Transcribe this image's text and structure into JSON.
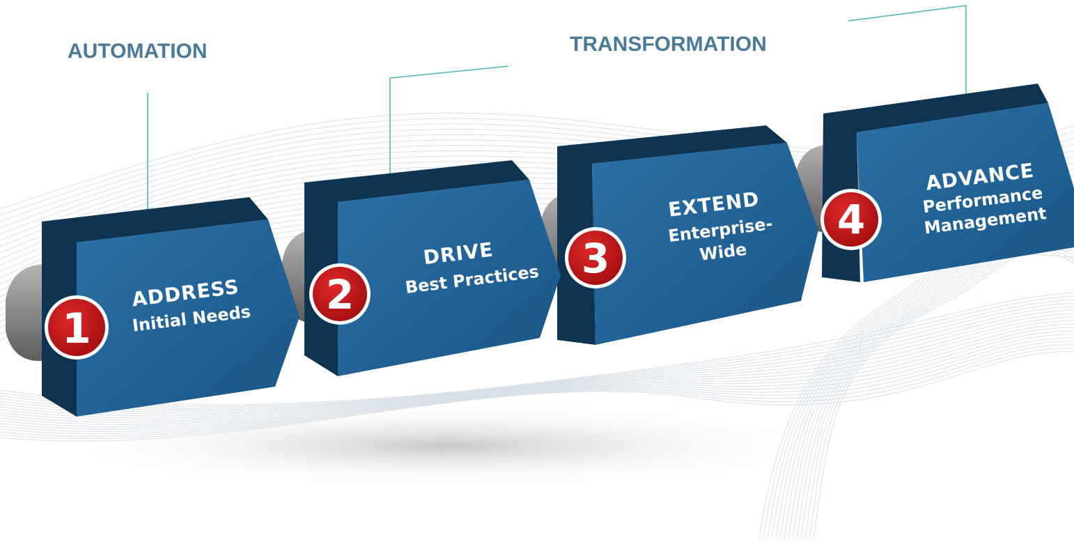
{
  "labels": {
    "automation": "AUTOMATION",
    "transformation": "TRANSFORMATION"
  },
  "steps": [
    {
      "number": "1",
      "title": "ADDRESS",
      "lines": [
        "Initial Needs"
      ]
    },
    {
      "number": "2",
      "title": "DRIVE",
      "lines": [
        "Best Practices"
      ]
    },
    {
      "number": "3",
      "title": "EXTEND",
      "lines": [
        "Enterprise-",
        "Wide"
      ]
    },
    {
      "number": "4",
      "title": "ADVANCE",
      "lines": [
        "Performance",
        "Management"
      ]
    }
  ],
  "colors": {
    "block_front": "#1f5f93",
    "block_side": "#0e3452",
    "badge": "#c41416",
    "connector": "#45b7ad",
    "label": "#4a7a98",
    "cylinder": "#8f8f8f"
  }
}
